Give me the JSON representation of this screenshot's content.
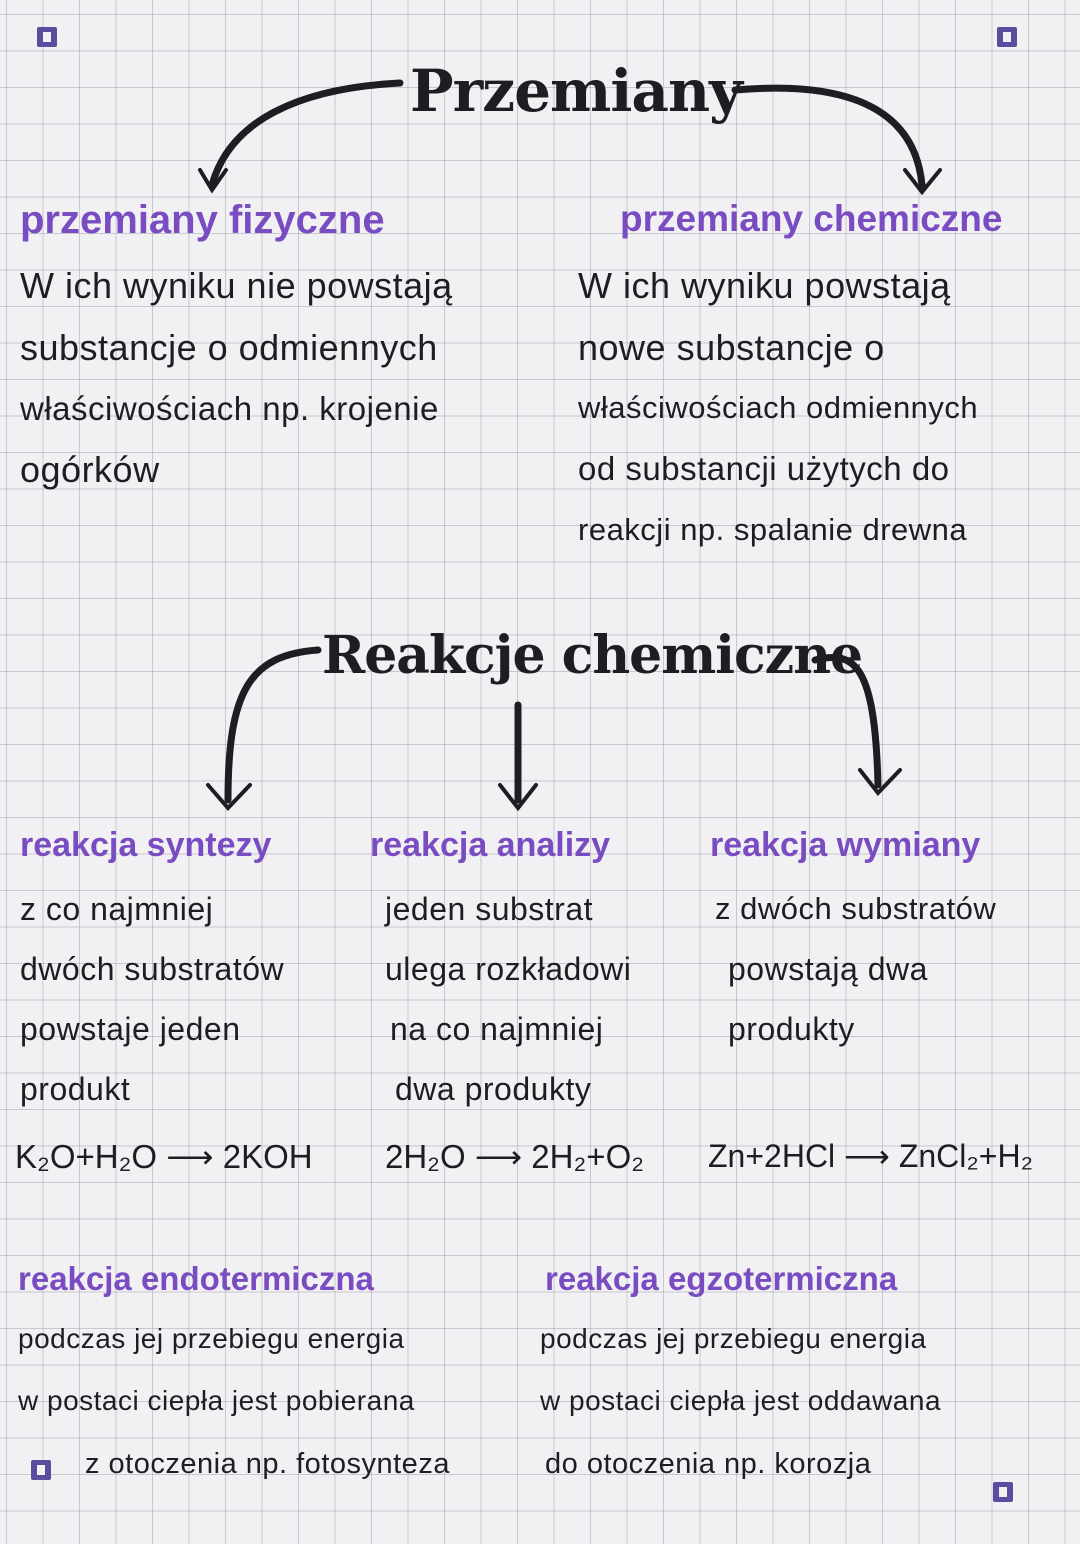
{
  "title": "Przemiany",
  "physical": {
    "heading": "przemiany fizyczne",
    "lines": [
      "W ich wyniku nie powstają",
      "substancje o odmiennych",
      "właściwościach np. krojenie",
      "ogórków"
    ]
  },
  "chemical": {
    "heading": "przemiany chemiczne",
    "lines": [
      "W ich wyniku powstają",
      "nowe substancje o",
      "właściwościach odmiennych",
      "od substancji użytych do",
      "reakcji np. spalanie drewna"
    ]
  },
  "reactions_title": "Reakcje chemiczne",
  "synthesis": {
    "heading": "reakcja syntezy",
    "lines": [
      "z co najmniej",
      "dwóch substratów",
      "powstaje jeden",
      "produkt"
    ],
    "equation": "K₂O+H₂O ⟶ 2KOH"
  },
  "analysis": {
    "heading": "reakcja analizy",
    "lines": [
      "jeden substrat",
      "ulega rozkładowi",
      "na co najmniej",
      "dwa produkty"
    ],
    "equation": "2H₂O ⟶ 2H₂+O₂"
  },
  "exchange": {
    "heading": "reakcja wymiany",
    "lines": [
      "z dwóch substratów",
      "powstają dwa",
      "produkty"
    ],
    "equation": "Zn+2HCl ⟶ ZnCl₂+H₂"
  },
  "endothermic": {
    "heading": "reakcja endotermiczna",
    "lines": [
      "podczas jej przebiegu energia",
      "w postaci ciepła jest pobierana",
      "z otoczenia np. fotosynteza"
    ]
  },
  "exothermic": {
    "heading": "reakcja egzotermiczna",
    "lines": [
      "podczas jej przebiegu energia",
      "w postaci ciepła jest oddawana",
      "do otoczenia np. korozja"
    ]
  },
  "colors": {
    "accent": "#7a4cc2",
    "ink": "#1e1e22",
    "corner": "#5b4ca0"
  }
}
